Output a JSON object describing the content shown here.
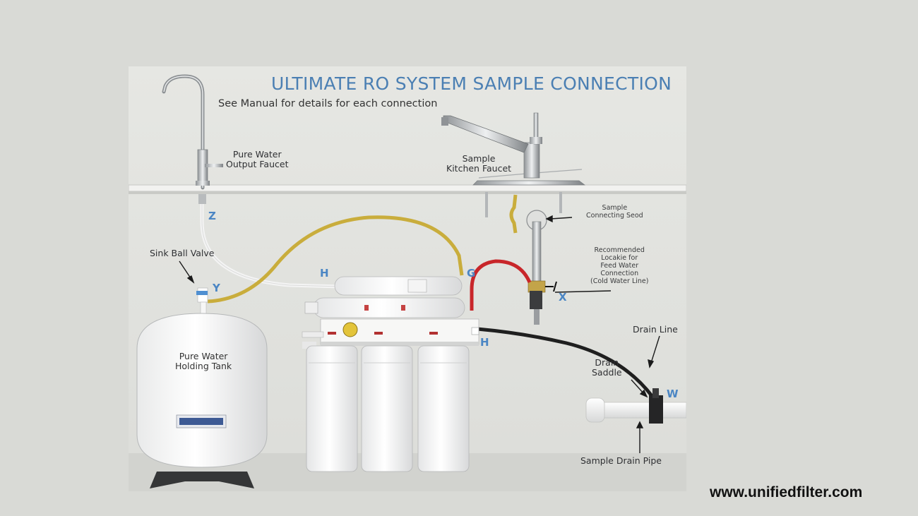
{
  "diagram": {
    "title": "ULTIMATE RO SYSTEM SAMPLE CONNECTION",
    "subtitle": "See Manual for details for each connection",
    "labels": {
      "pure_water_faucet": [
        "Pure Water",
        "Output Faucet"
      ],
      "kitchen_faucet": [
        "Sample",
        "Kitchen Faucet"
      ],
      "connecting_seed": [
        "Sample",
        "Connecting Seod"
      ],
      "feed_location": [
        "Recommended",
        "Locakie for",
        "Feed Water",
        "Connection",
        "(Cold Water Line)"
      ],
      "sink_ball_valve": "Sink Ball Valve",
      "holding_tank": [
        "Pure Water",
        "Holding Tank"
      ],
      "drain_line": "Drain Line",
      "drain_saddle": [
        "Drain",
        "Saddle"
      ],
      "drain_pipe": "Sample Drain Pipe"
    },
    "letters": {
      "z": "Z",
      "y": "Y",
      "h_top": "H",
      "g": "G",
      "x": "X",
      "h_bottom": "H",
      "w": "W"
    },
    "colors": {
      "title": "#4b7fb3",
      "letters": "#4b86c4",
      "yellow_tube": "#c9ad3c",
      "red_tube": "#c8262a",
      "black_tube": "#1f1f1f",
      "white_tube": "#f4f4f4"
    }
  },
  "website": "www.unifiedfilter.com"
}
